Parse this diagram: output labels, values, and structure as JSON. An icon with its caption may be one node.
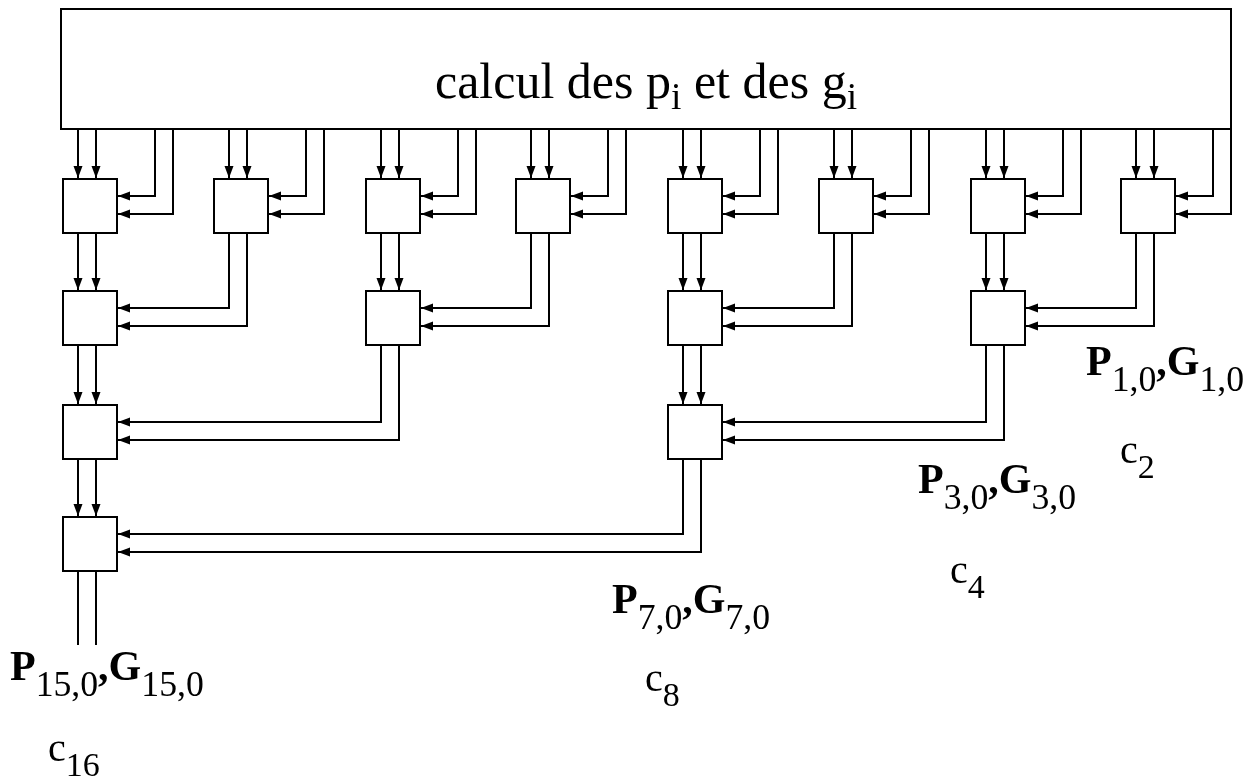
{
  "diagram": {
    "nodes": [
      {
        "text": [
          "calcul des p$_{i}$ et des g$_{i}$"
        ]
      },
      {
        "text": [],
        "shape": "box"
      },
      {
        "text": [],
        "shape": "box"
      },
      {
        "text": [],
        "shape": "box"
      },
      {
        "text": [],
        "shape": "box"
      },
      {
        "text": [],
        "shape": "box"
      },
      {
        "text": [],
        "shape": "box"
      },
      {
        "text": [],
        "shape": "box"
      },
      {
        "text": [],
        "shape": "box"
      },
      {
        "text": [],
        "shape": "box"
      },
      {
        "text": [],
        "shape": "box"
      },
      {
        "text": [],
        "shape": "box"
      },
      {
        "text": [],
        "shape": "box"
      },
      {
        "text": [],
        "shape": "box"
      },
      {
        "text": [],
        "shape": "box"
      },
      {
        "text": [],
        "shape": "box"
      },
      {
        "text": [
          "**P**$_{15,0}$**,G**$_{15,0}$"
        ]
      }
    ],
    "edges": [
      {
        "from": 0,
        "to": 1,
        "arrow": "to"
      },
      {
        "from": 0,
        "to": 1,
        "arrow": "to"
      },
      {
        "from": 0,
        "to": 1,
        "arrow": "to"
      },
      {
        "from": 0,
        "to": 1,
        "arrow": "to"
      },
      {
        "from": 0,
        "to": 2,
        "arrow": "to"
      },
      {
        "from": 0,
        "to": 2,
        "arrow": "to"
      },
      {
        "from": 0,
        "to": 2,
        "arrow": "to"
      },
      {
        "from": 0,
        "to": 2,
        "arrow": "to"
      },
      {
        "from": 0,
        "to": 3,
        "arrow": "to"
      },
      {
        "from": 0,
        "to": 3,
        "arrow": "to"
      },
      {
        "from": 0,
        "to": 3,
        "arrow": "to"
      },
      {
        "from": 0,
        "to": 3,
        "arrow": "to"
      },
      {
        "from": 0,
        "to": 4,
        "arrow": "to"
      },
      {
        "from": 0,
        "to": 4,
        "arrow": "to"
      },
      {
        "from": 0,
        "to": 4,
        "arrow": "to"
      },
      {
        "from": 0,
        "to": 4,
        "arrow": "to"
      },
      {
        "from": 0,
        "to": 5,
        "arrow": "to"
      },
      {
        "from": 0,
        "to": 5,
        "arrow": "to"
      },
      {
        "from": 0,
        "to": 5,
        "arrow": "to"
      },
      {
        "from": 0,
        "to": 5,
        "arrow": "to"
      },
      {
        "from": 0,
        "to": 6,
        "arrow": "to"
      },
      {
        "from": 0,
        "to": 6,
        "arrow": "to"
      },
      {
        "from": 0,
        "to": 6,
        "arrow": "to"
      },
      {
        "from": 0,
        "to": 6,
        "arrow": "to"
      },
      {
        "from": 0,
        "to": 7,
        "arrow": "to"
      },
      {
        "from": 0,
        "to": 7,
        "arrow": "to"
      },
      {
        "from": 0,
        "to": 7,
        "arrow": "to"
      },
      {
        "from": 0,
        "to": 7,
        "arrow": "to"
      },
      {
        "from": 0,
        "to": 8,
        "arrow": "to"
      },
      {
        "from": 0,
        "to": 8,
        "arrow": "to"
      },
      {
        "from": 0,
        "to": 8,
        "arrow": "to"
      },
      {
        "from": 0,
        "to": 8,
        "arrow": "to"
      },
      {
        "from": 1,
        "to": 9,
        "arrow": "to"
      },
      {
        "from": 1,
        "to": 9,
        "arrow": "to"
      },
      {
        "from": 2,
        "to": 9,
        "arrow": "to"
      },
      {
        "from": 2,
        "to": 9,
        "arrow": "to"
      },
      {
        "from": 3,
        "to": 10,
        "arrow": "to"
      },
      {
        "from": 3,
        "to": 10,
        "arrow": "to"
      },
      {
        "from": 4,
        "to": 10,
        "arrow": "to"
      },
      {
        "from": 4,
        "to": 10,
        "arrow": "to"
      },
      {
        "from": 5,
        "to": 11,
        "arrow": "to"
      },
      {
        "from": 5,
        "to": 11,
        "arrow": "to"
      },
      {
        "from": 6,
        "to": 11,
        "arrow": "to"
      },
      {
        "from": 6,
        "to": 11,
        "arrow": "to"
      },
      {
        "from": 7,
        "to": 12,
        "arrow": "to"
      },
      {
        "from": 7,
        "to": 12,
        "arrow": "to"
      },
      {
        "from": 8,
        "to": 12,
        "arrow": "to"
      },
      {
        "from": 8,
        "to": 12,
        "arrow": "to"
      },
      {
        "from": 9,
        "to": 13,
        "arrow": "to"
      },
      {
        "from": 9,
        "to": 13,
        "arrow": "to"
      },
      {
        "from": 10,
        "to": 13,
        "arrow": "to"
      },
      {
        "from": 10,
        "to": 13,
        "arrow": "to"
      },
      {
        "from": 11,
        "to": 14,
        "arrow": "to"
      },
      {
        "from": 11,
        "to": 14,
        "arrow": "to"
      },
      {
        "from": 12,
        "to": 14,
        "arrow": "to"
      },
      {
        "from": 12,
        "to": 14,
        "arrow": "to"
      },
      {
        "from": 13,
        "to": 15,
        "arrow": "to"
      },
      {
        "from": 13,
        "to": 15,
        "arrow": "to"
      },
      {
        "from": 14,
        "to": 15,
        "arrow": "to"
      },
      {
        "from": 14,
        "to": 15,
        "arrow": "to"
      },
      {
        "from": 15,
        "to": 16,
        "arrow": "none"
      },
      {
        "from": 15,
        "to": 16,
        "arrow": "none"
      }
    ],
    "labels": [
      "**P**$_{1,0}$**,G**$_{1,0}$",
      "c$_{2}$",
      "**P**$_{3,0}$**,G**$_{3,0}$",
      "c$_{4}$",
      "**P**$_{7,0}$**,G**$_{7,0}$",
      "c$_{8}$",
      "c$_{16}$"
    ]
  }
}
